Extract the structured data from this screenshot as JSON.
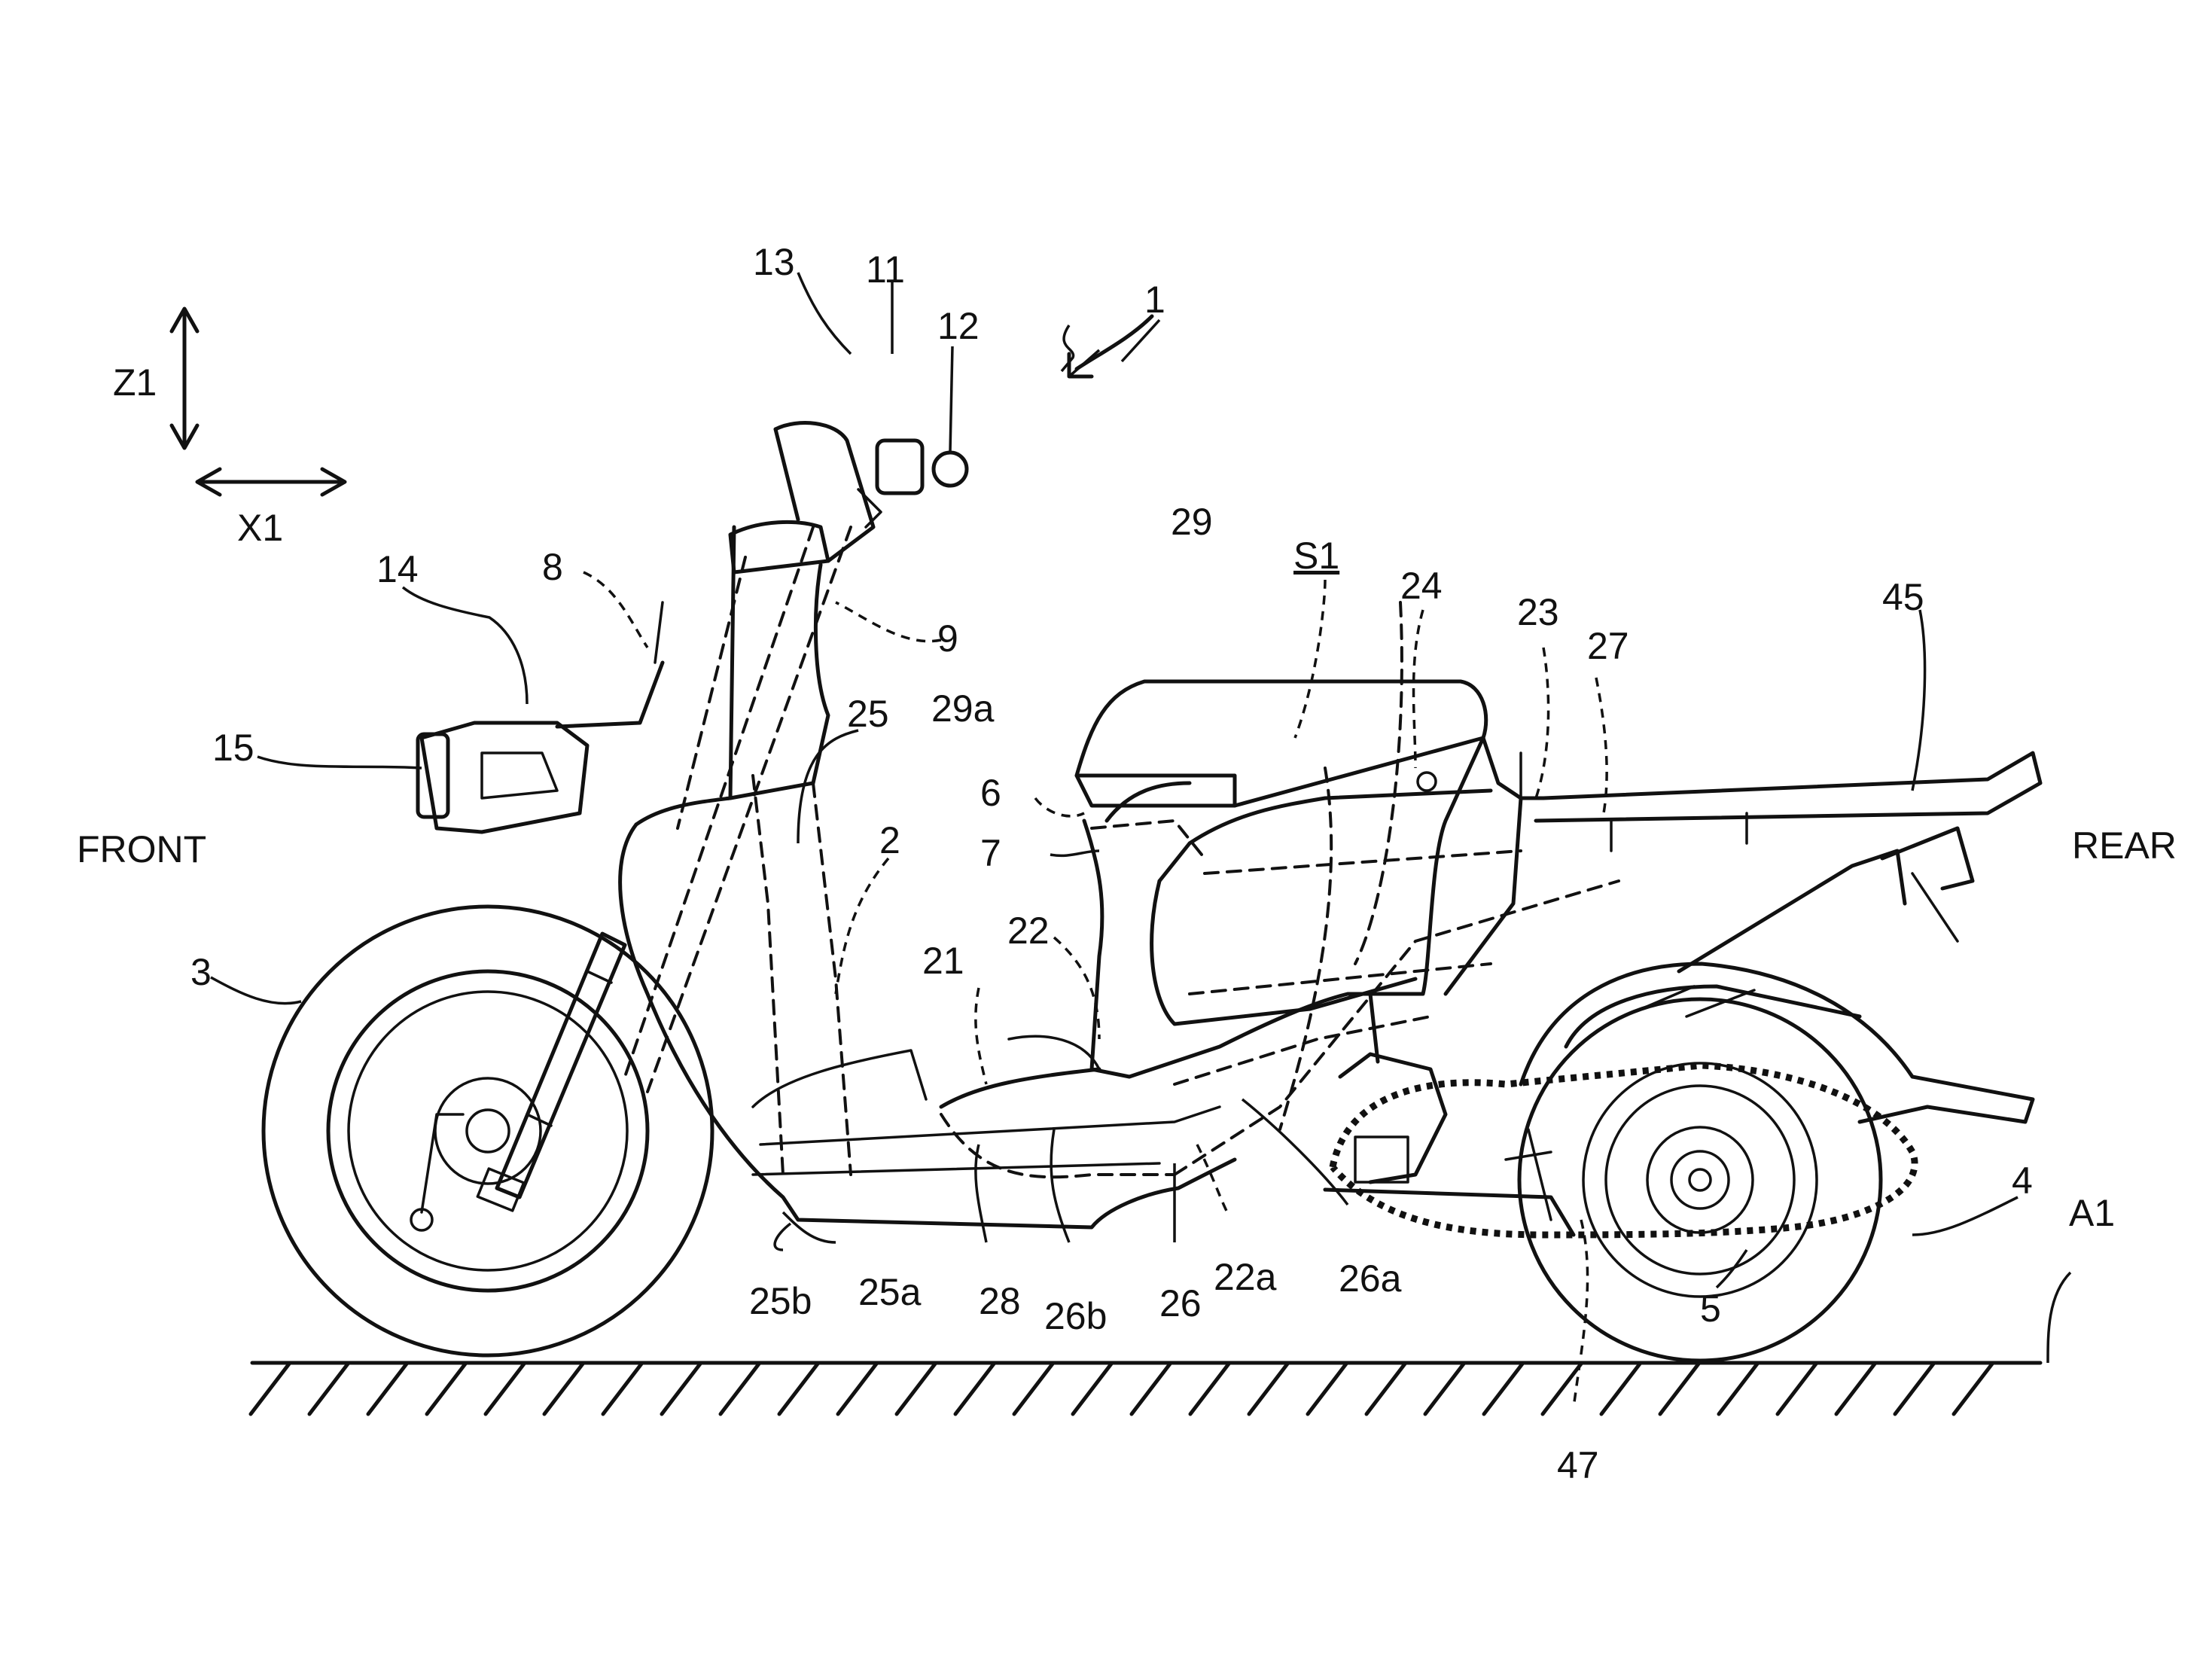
{
  "figure": {
    "axes": {
      "vertical": "Z1",
      "horizontal": "X1"
    },
    "directions": {
      "front": "FRONT",
      "rear": "REAR"
    },
    "ground_label": "A1",
    "labels": {
      "n1": "1",
      "n2": "2",
      "n3": "3",
      "n4": "4",
      "n5": "5",
      "n6": "6",
      "n7": "7",
      "n8": "8",
      "n9": "9",
      "n11": "11",
      "n12": "12",
      "n13": "13",
      "n14": "14",
      "n15": "15",
      "n21": "21",
      "n22": "22",
      "n22a": "22a",
      "n23": "23",
      "n24": "24",
      "n25": "25",
      "n25a": "25a",
      "n25b": "25b",
      "n26": "26",
      "n26a": "26a",
      "n26b": "26b",
      "n27": "27",
      "n28": "28",
      "n29": "29",
      "n29a": "29a",
      "n45": "45",
      "n47": "47",
      "s1": "S1"
    }
  }
}
